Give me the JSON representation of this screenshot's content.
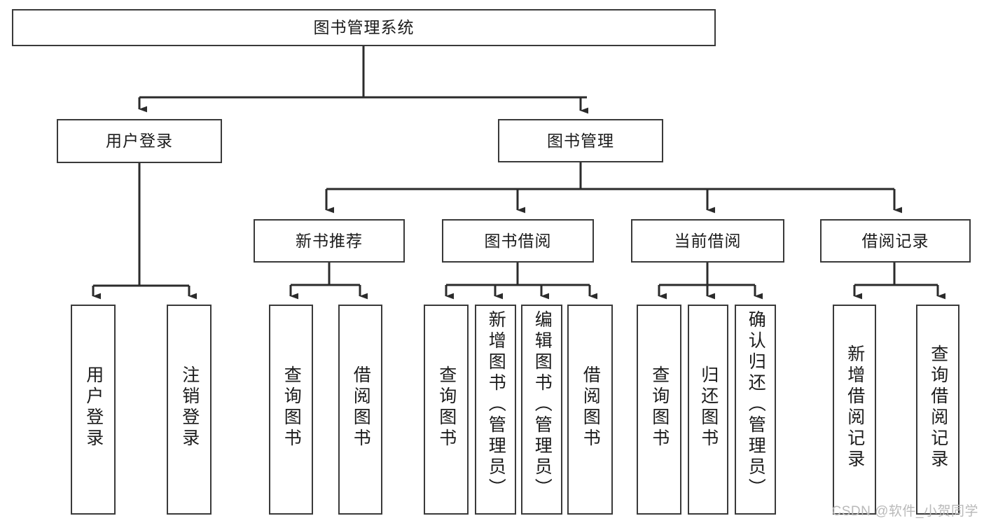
{
  "diagram": {
    "type": "tree",
    "title": "图书管理系统",
    "root": {
      "label": "图书管理系统"
    },
    "level2": [
      {
        "label": "用户登录"
      },
      {
        "label": "图书管理"
      }
    ],
    "level3": [
      {
        "label": "新书推荐"
      },
      {
        "label": "图书借阅"
      },
      {
        "label": "当前借阅"
      },
      {
        "label": "借阅记录"
      }
    ],
    "leaves": {
      "user_login": [
        {
          "label": "用户登录"
        },
        {
          "label": "注销登录"
        }
      ],
      "new_book_recommend": [
        {
          "label": "查询图书"
        },
        {
          "label": "借阅图书"
        }
      ],
      "book_borrow": [
        {
          "label": "查询图书"
        },
        {
          "label": "新增图书（管理员）"
        },
        {
          "label": "编辑图书（管理员）"
        },
        {
          "label": "借阅图书"
        }
      ],
      "current_borrow": [
        {
          "label": "查询图书"
        },
        {
          "label": "归还图书"
        },
        {
          "label": "确认归还（管理员）"
        }
      ],
      "borrow_record": [
        {
          "label": "新增借阅记录"
        },
        {
          "label": "查询借阅记录"
        }
      ]
    }
  },
  "watermark": {
    "text": "CSDN @软件_小贺同学"
  },
  "colors": {
    "box_border": "#3a3a3a",
    "box_fill": "#ffffff",
    "line": "#2b2b2b",
    "text": "#1b1b1b",
    "watermark": "#b9b9b9"
  }
}
